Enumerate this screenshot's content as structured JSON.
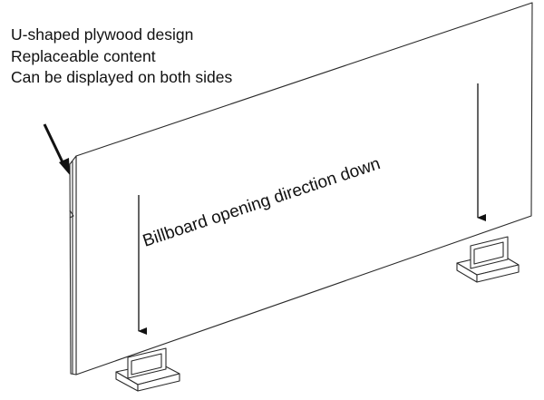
{
  "notes": [
    "U-shaped plywood design",
    "Replaceable content",
    "Can be displayed on both sides"
  ],
  "panel_label": "Billboard opening direction down",
  "colors": {
    "line": "#2a2a2a",
    "text": "#111111",
    "background": "#ffffff"
  }
}
